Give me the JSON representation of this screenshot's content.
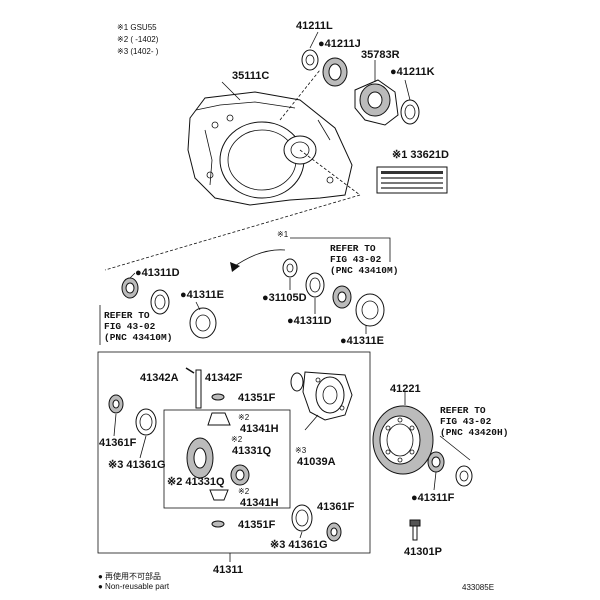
{
  "notes": {
    "n1": "※1 GSU55",
    "n2": "※2 (    -1402)",
    "n3": "※3 (1402-    )"
  },
  "parts": {
    "p41211L": "41211L",
    "p41211J": "●41211J",
    "p35783R": "35783R",
    "p41211K": "●41211K",
    "p35111C": "35111C",
    "p33621D": "※1 33621D",
    "p41311D_a": "●41311D",
    "p41311E_a": "●41311E",
    "p31105D": "●31105D",
    "p41311D_b": "●41311D",
    "p41311E_b": "●41311E",
    "p41342A": "41342A",
    "p41342F": "41342F",
    "p41351F_a": "41351F",
    "p41341H_a": "41341H",
    "p41341H_a_mark": "※2",
    "p41331Q_a": "41331Q",
    "p41331Q_a_mark": "※2",
    "p41039A": "41039A",
    "p41039A_mark": "※3",
    "p41361F_a": "41361F",
    "p41361G_a": "※3 41361G",
    "p41331Q_b": "※2 41331Q",
    "p41341H_b": "41341H",
    "p41341H_b_mark": "※2",
    "p41351F_b": "41351F",
    "p41361F_b": "41361F",
    "p41361G_b": "※3 41361G",
    "p41221": "41221",
    "p41311F": "●41311F",
    "p41301P": "41301P",
    "p41311": "41311",
    "mark_x1": "※1"
  },
  "refs": {
    "top": [
      "REFER TO",
      "FIG 43-02",
      "(PNC 43410M)"
    ],
    "left": [
      "REFER TO",
      "FIG 43-02",
      "(PNC 43410M)"
    ],
    "right": [
      "REFER TO",
      "FIG 43-02",
      "(PNC 43420H)"
    ]
  },
  "legend": {
    "jp": "● 再使用不可部品",
    "en": "● Non-reusable part"
  },
  "diagram_id": "433085E"
}
